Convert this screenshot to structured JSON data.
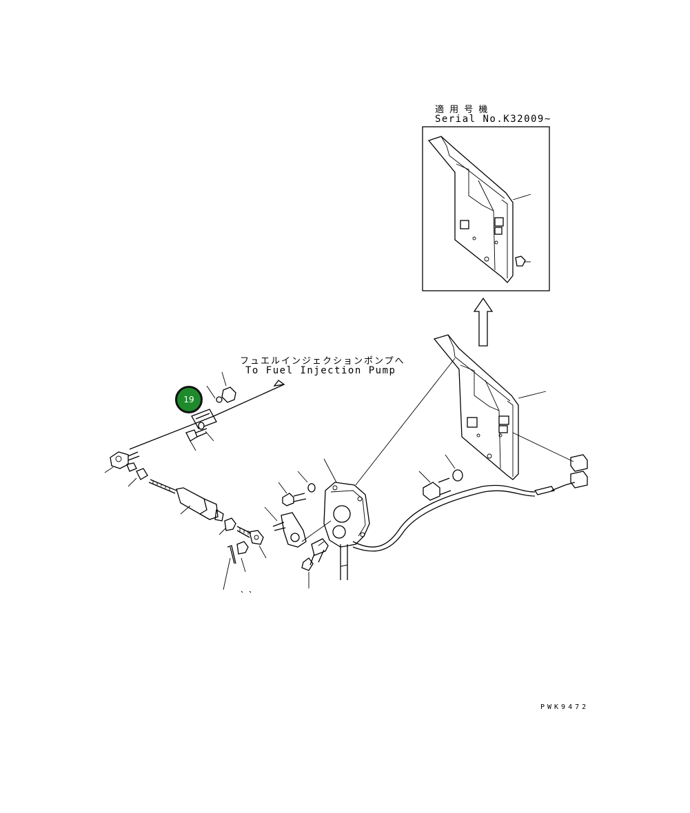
{
  "inset": {
    "label_jp": "適 用 号 機",
    "label_en": "Serial No.K32009~"
  },
  "direction": {
    "label_jp": "フュエルインジェクションポンプへ",
    "label_en": "To Fuel Injection Pump"
  },
  "callout": {
    "number": "19",
    "color": "#1e8a2c"
  },
  "drawing_number": "PWK9472"
}
